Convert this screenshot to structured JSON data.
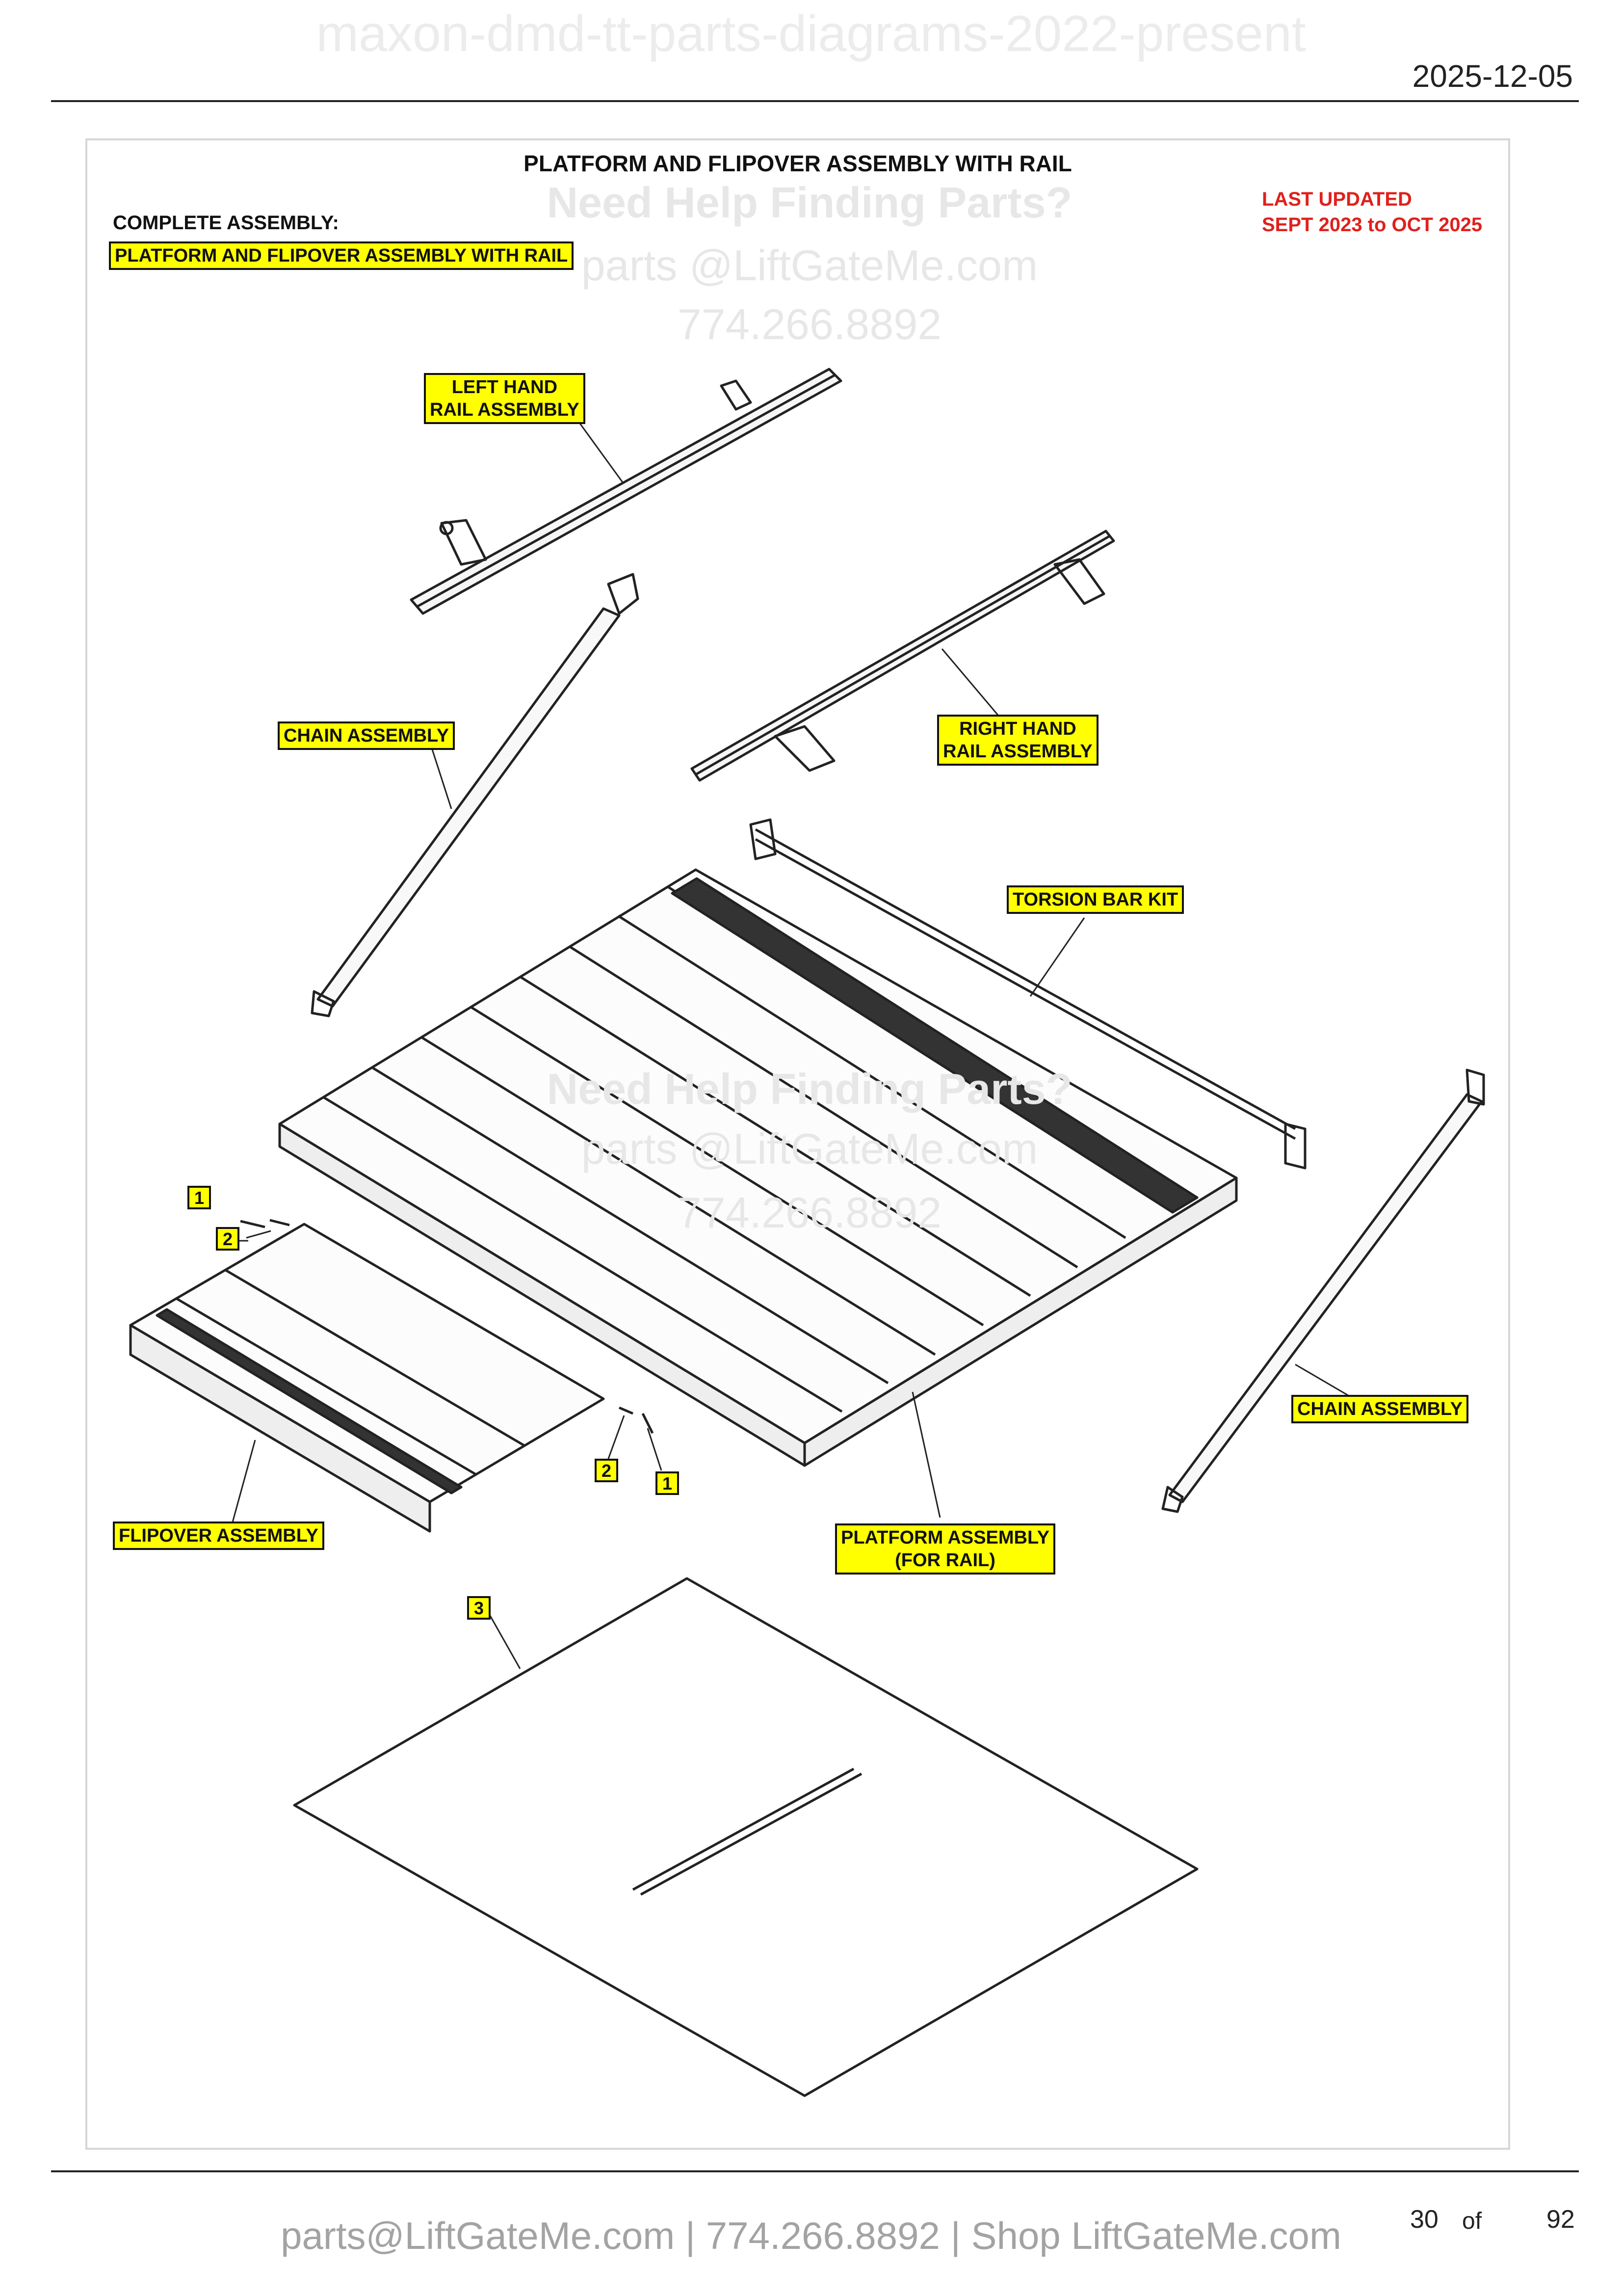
{
  "header": {
    "doc_name": "maxon-dmd-tt-parts-diagrams-2022-present",
    "date": "2025-12-05"
  },
  "diagram": {
    "title": "PLATFORM AND FLIPOVER ASSEMBLY WITH RAIL",
    "complete_label": "COMPLETE ASSEMBLY:",
    "complete_value": "PLATFORM AND FLIPOVER ASSEMBLY WITH RAIL",
    "last_updated": "LAST UPDATED",
    "updated_range": "SEPT 2023 to OCT 2025",
    "labels": {
      "lh_rail_1": "LEFT HAND",
      "lh_rail_2": "RAIL ASSEMBLY",
      "rh_rail_1": "RIGHT HAND",
      "rh_rail_2": "RAIL ASSEMBLY",
      "chain_left": "CHAIN ASSEMBLY",
      "chain_right": "CHAIN ASSEMBLY",
      "torsion": "TORSION BAR KIT",
      "flipover": "FLIPOVER ASSEMBLY",
      "platform_1": "PLATFORM ASSEMBLY",
      "platform_2": "(FOR RAIL)"
    },
    "callouts": {
      "c1a": "1",
      "c2a": "2",
      "c2b": "2",
      "c1b": "1",
      "c3": "3"
    }
  },
  "watermark": {
    "help": "Need Help Finding Parts?",
    "email": "parts @LiftGateMe.com",
    "phone": "774.266.8892"
  },
  "footer": {
    "contact": "parts@LiftGateMe.com | 774.266.8892 | Shop LiftGateMe.com",
    "page": "30",
    "of": "of",
    "total": "92"
  }
}
